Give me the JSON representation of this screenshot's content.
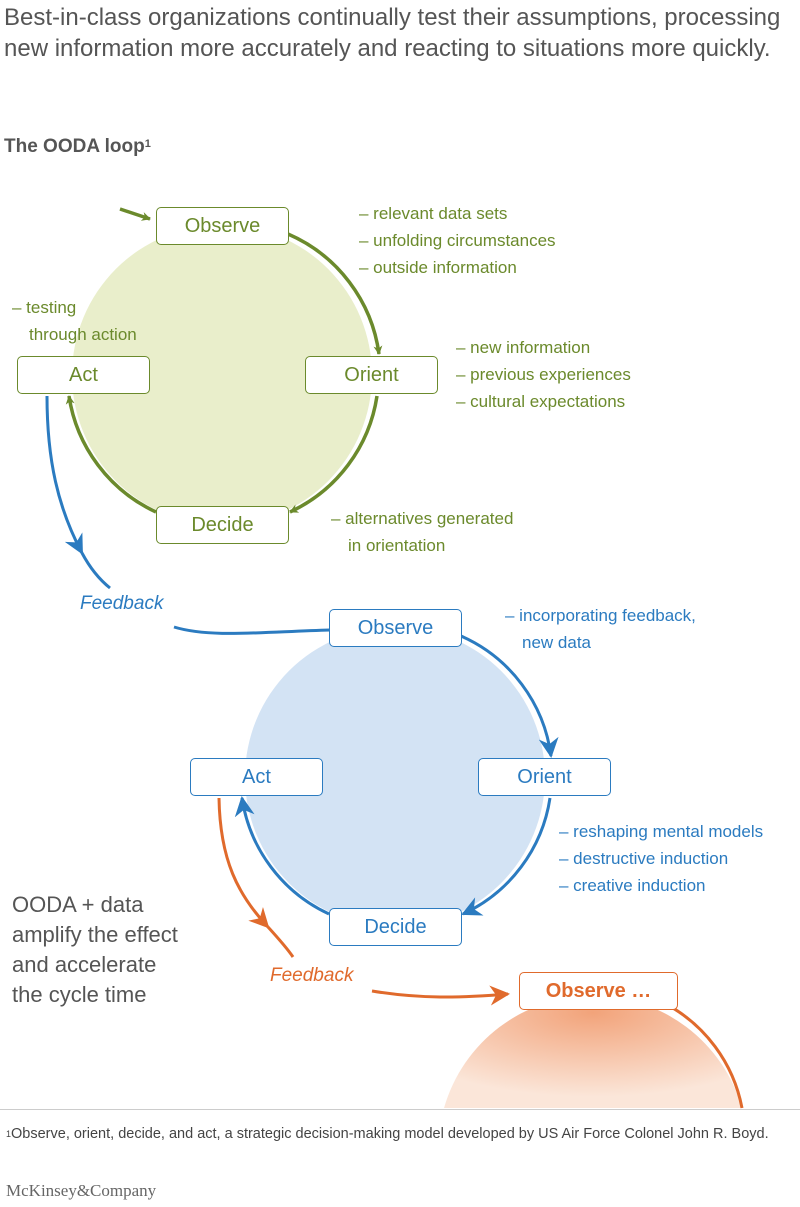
{
  "headline": "Best-in-class organizations continually test their assumptions, processing new information more accurately and reacting to situations more quickly.",
  "subtitle": "The OODA loop",
  "subtitle_footnote_ref": "1",
  "colors": {
    "loop1": "#6b8a2c",
    "loop1_fill": "#e9eecb",
    "loop2": "#2b7bc0",
    "loop2_fill": "#d3e3f4",
    "loop3": "#e06a2c",
    "loop3_fill": "#f5b998"
  },
  "loop1": {
    "observe": "Observe",
    "orient": "Orient",
    "decide": "Decide",
    "act": "Act",
    "observe_notes": [
      "– relevant data sets",
      "– unfolding circumstances",
      "– outside information"
    ],
    "orient_notes": [
      "– new information",
      "– previous experiences",
      "– cultural expectations"
    ],
    "decide_notes": [
      "– alternatives generated",
      "in orientation"
    ],
    "act_notes": [
      "– testing",
      "through action"
    ]
  },
  "feedback1": "Feedback",
  "loop2": {
    "observe": "Observe",
    "orient": "Orient",
    "decide": "Decide",
    "act": "Act",
    "observe_notes": [
      "– incorporating feedback,",
      "new data"
    ],
    "orient_notes": [
      "– reshaping mental models",
      "– destructive induction",
      "– creative induction"
    ]
  },
  "feedback2": "Feedback",
  "loop3": {
    "observe": "Observe …"
  },
  "callout": [
    "OODA + data",
    "amplify the effect",
    "and accelerate",
    "the cycle time"
  ],
  "footnote_ref": "1",
  "footnote": "Observe, orient, decide, and act, a strategic decision-making model developed by US Air Force Colonel John R. Boyd.",
  "brand": "McKinsey&Company"
}
